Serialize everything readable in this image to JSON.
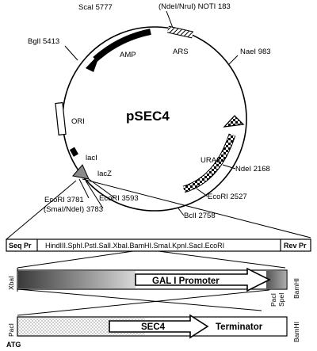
{
  "plasmid": {
    "name": "pSEC4",
    "labels": {
      "scai": "ScaI  5777",
      "ndei_nrui": "(NdeI/NruI)  NOTI 183",
      "bgli": "BglI  5413",
      "amp": "AMP",
      "ars": "ARS",
      "naei": "NaeI  983",
      "ori": "ORI",
      "laci": "lacI",
      "lacz": "lacZ",
      "ura3": "URA3",
      "ndei": "NdeI  2168",
      "ecori_2527": "EcoRI  2527",
      "bcli": "BclI  2758",
      "ecori_3781": "EcoRI  3781",
      "ecori_3593": "EcoRI  3593",
      "smai_ndei": "(SmaI/NdeI)  3783"
    }
  },
  "mcs": {
    "seq_pr": "Seq Pr",
    "sites": "HindIII.SphI.PstI.SalI.XbaI.BamHI.SmaI.KpnI.SacI.EcoRI",
    "rev_pr": "Rev Pr"
  },
  "promoter_cassette": {
    "left_site": "XbaI",
    "promoter": "GAL I  Promoter",
    "paci": "PacI",
    "spei": "SpeI",
    "right_site": "BamHI"
  },
  "gene_cassette": {
    "left_site": "PacI",
    "gene": "SEC4",
    "terminator": "Terminator",
    "right_site": "BamHI",
    "start": "ATG"
  }
}
